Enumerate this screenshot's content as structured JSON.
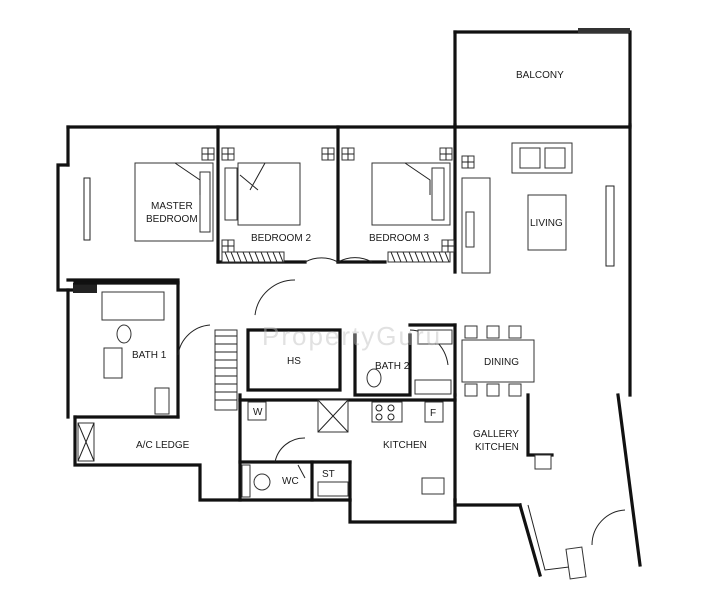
{
  "rooms": {
    "balcony": "BALCONY",
    "master_bedroom_line1": "MASTER",
    "master_bedroom_line2": "BEDROOM",
    "bedroom2": "BEDROOM 2",
    "bedroom3": "BEDROOM 3",
    "living": "LIVING",
    "bath1": "BATH 1",
    "hs": "HS",
    "bath2": "BATH 2",
    "dining": "DINING",
    "w": "W",
    "f": "F",
    "kitchen": "KITCHEN",
    "gallery_kitchen_line1": "GALLERY",
    "gallery_kitchen_line2": "KITCHEN",
    "ac_ledge": "A/C LEDGE",
    "wc": "WC",
    "st": "ST"
  },
  "watermark": "PropertyGuru"
}
